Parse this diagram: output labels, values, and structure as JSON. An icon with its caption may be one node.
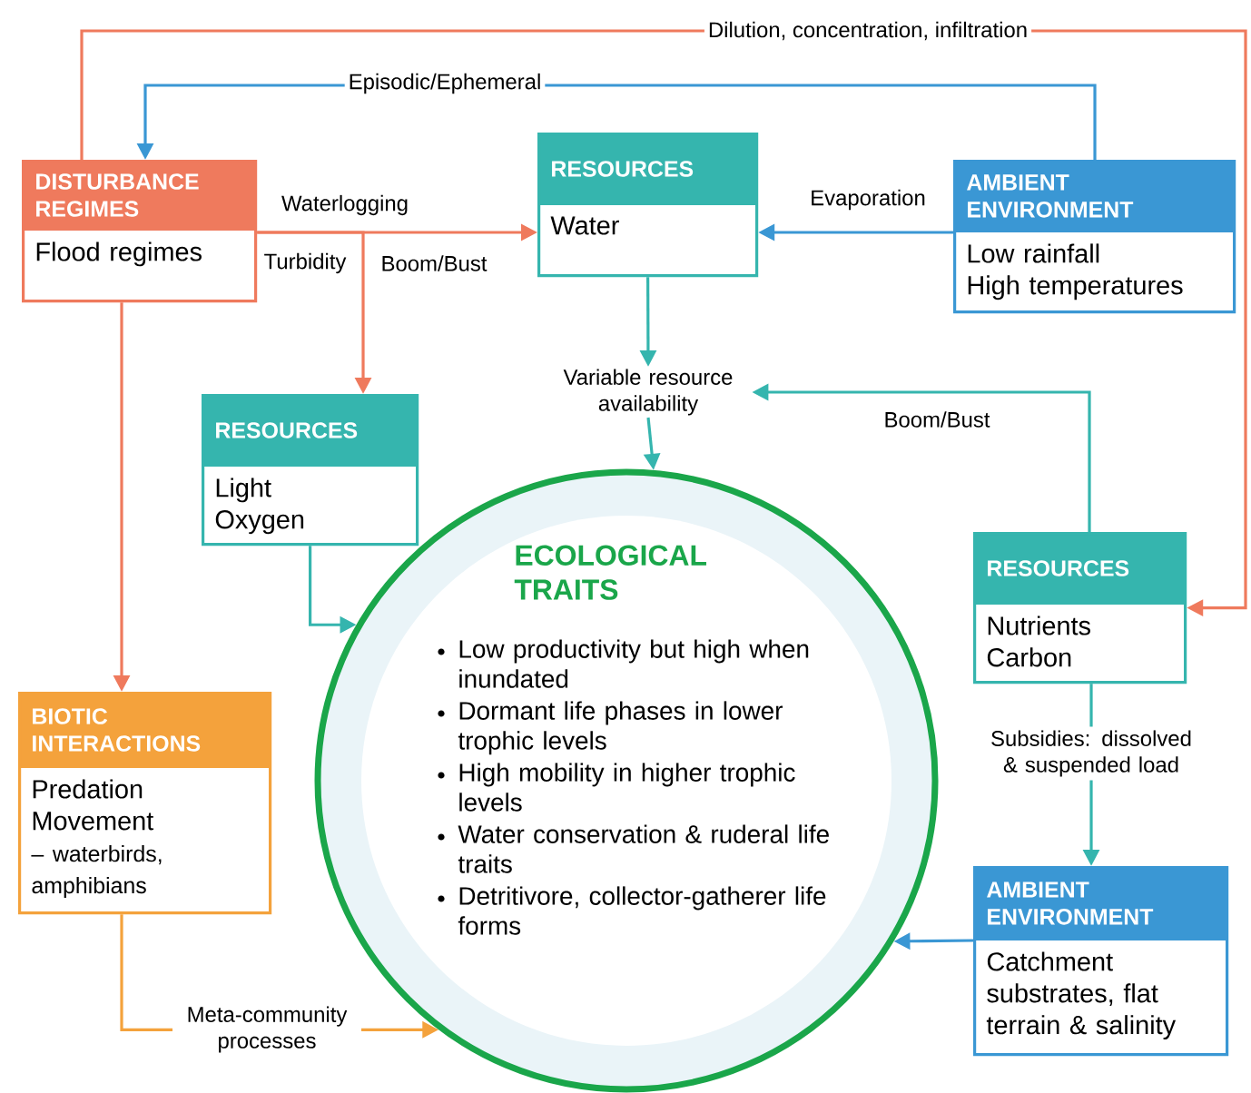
{
  "diagram": {
    "nodes": [
      {
        "text": [
          "DISTURBANCE REGIMES",
          "Flood regimes"
        ]
      },
      {
        "text": [
          "RESOURCES",
          "Water"
        ]
      },
      {
        "text": [
          "AMBIENT ENVIRONMENT",
          "Low rainfall",
          "High temperatures"
        ]
      },
      {
        "text": [
          "Variable resource availability"
        ]
      },
      {
        "text": [
          "RESOURCES",
          "Light",
          "Oxygen"
        ]
      },
      {
        "text": [
          "ECOLOGICAL TRAITS",
          "Low productivity but high when inundated",
          "Dormant life phases in lower trophic levels",
          "High mobility in higher trophic levels",
          "Water conservation & ruderal life traits",
          "Detritivore, collector-gatherer life forms"
        ]
      },
      {
        "text": [
          "RESOURCES",
          "Nutrients",
          "Carbon"
        ]
      },
      {
        "text": [
          "BIOTIC INTERACTIONS",
          "Predation",
          "Movement",
          "– waterbirds, amphibians"
        ]
      },
      {
        "text": [
          "AMBIENT ENVIRONMENT",
          "Catchment substrates, flat terrain & salinity"
        ]
      }
    ],
    "edges": [
      {
        "from": 0,
        "to": 1,
        "arrow": "to",
        "label": "Waterlogging",
        "color": "#ef7a5d"
      },
      {
        "from": 0,
        "to": 4,
        "arrow": "to",
        "label": "Turbidity",
        "color": "#ef7a5d"
      },
      {
        "from": 0,
        "to": 7,
        "arrow": "to",
        "color": "#ef7a5d"
      },
      {
        "from": 2,
        "to": 0,
        "arrow": "to",
        "label": "Episodic/Ephemeral",
        "color": "#3a97d4"
      },
      {
        "from": 0,
        "to": 6,
        "arrow": "to",
        "label": "Dilution, concentration, infiltration",
        "color": "#ef7a5d"
      },
      {
        "from": 2,
        "to": 1,
        "arrow": "to",
        "label": "Evaporation",
        "color": "#3a97d4"
      },
      {
        "from": 1,
        "to": 3,
        "arrow": "to",
        "color": "#35b5ae"
      },
      {
        "from": 6,
        "to": 3,
        "arrow": "to",
        "label": "Boom/Bust",
        "color": "#35b5ae"
      },
      {
        "from": 3,
        "to": 5,
        "arrow": "to",
        "color": "#35b5ae"
      },
      {
        "from": 4,
        "to": 5,
        "arrow": "to",
        "color": "#35b5ae"
      },
      {
        "from": 6,
        "to": 8,
        "arrow": "to",
        "label": "Subsidies: dissolved & suspended load",
        "color": "#35b5ae"
      },
      {
        "from": 8,
        "to": 5,
        "arrow": "to",
        "color": "#3a97d4"
      },
      {
        "from": 7,
        "to": 5,
        "arrow": "to",
        "label": "Meta-community processes",
        "color": "#f4a23c"
      }
    ],
    "labels": [
      "Boom/Bust"
    ]
  }
}
